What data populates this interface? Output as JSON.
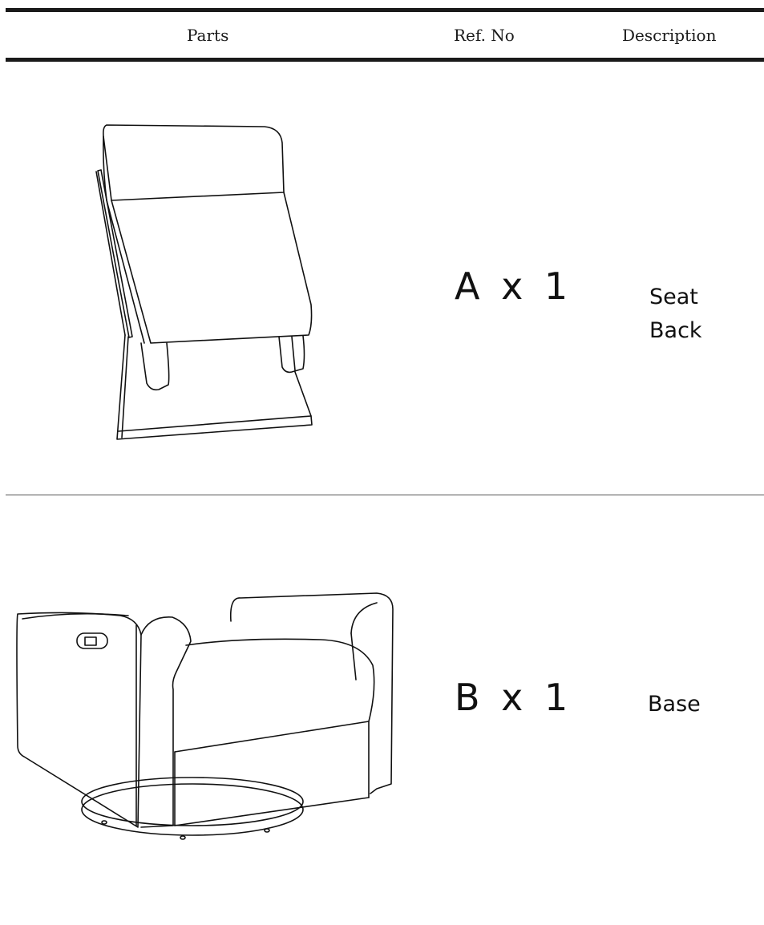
{
  "header": {
    "parts_label": "Parts",
    "ref_label": "Ref. No",
    "desc_label": "Description"
  },
  "parts": [
    {
      "ref": "A x 1",
      "description": "Seat Back",
      "illustration": "seat-back-drawing"
    },
    {
      "ref": "B x 1",
      "description": "Base",
      "illustration": "recliner-base-drawing"
    }
  ]
}
